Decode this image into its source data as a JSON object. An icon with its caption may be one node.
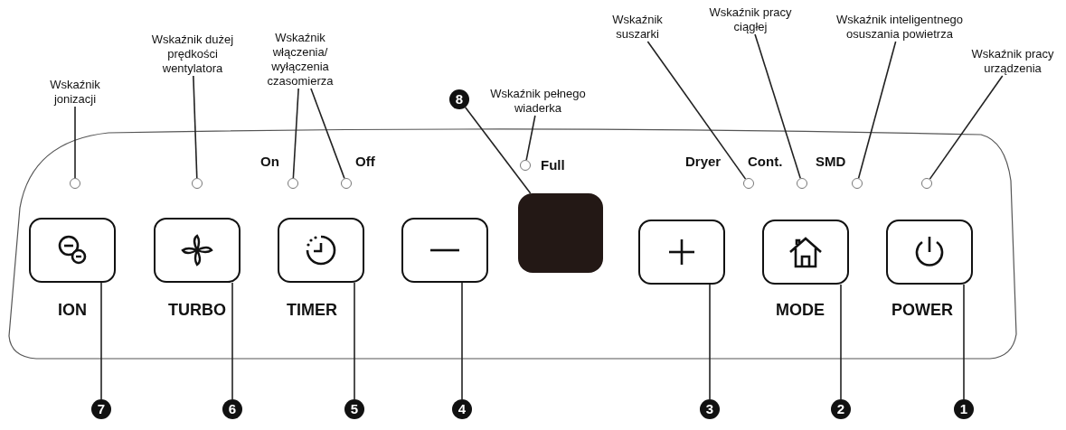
{
  "diagram": {
    "nodes": [
      {
        "text": [
          "Wskaźnik jonizacji"
        ]
      },
      {
        "text": [
          "Wskaźnik dużej prędkości wentylatora"
        ]
      },
      {
        "text": [
          "Wskaźnik włączenia/ wyłączenia czasomierza"
        ]
      },
      {
        "text": [
          "Wskaźnik pełnego wiaderka"
        ]
      },
      {
        "text": [
          "Wskaźnik suszarki"
        ]
      },
      {
        "text": [
          "Wskaźnik pracy ciągłej"
        ]
      },
      {
        "text": [
          "Wskaźnik inteligentnego osuszania powietrza"
        ]
      },
      {
        "text": [
          "Wskaźnik pracy urządzenia"
        ]
      },
      {
        "text": [
          "8"
        ]
      },
      {
        "text": [],
        "shape": "circle"
      },
      {
        "text": [],
        "shape": "circle"
      },
      {
        "text": [],
        "shape": "circle",
        "beside": [
          "On"
        ]
      },
      {
        "text": [],
        "shape": "circle",
        "beside": [
          "Off"
        ]
      },
      {
        "text": [],
        "shape": "circle",
        "beside": [
          "Full"
        ]
      },
      {
        "text": [],
        "shape": "circle",
        "beside": [
          "Dryer"
        ]
      },
      {
        "text": [],
        "shape": "circle",
        "beside": [
          "Cont."
        ]
      },
      {
        "text": [],
        "shape": "circle",
        "beside": [
          "SMD"
        ]
      },
      {
        "text": [],
        "shape": "circle"
      },
      {
        "text": [],
        "shape": "box",
        "beside": [
          "ION"
        ]
      },
      {
        "text": [],
        "shape": "box",
        "beside": [
          "TURBO"
        ]
      },
      {
        "text": [],
        "shape": "box",
        "beside": [
          "TIMER"
        ]
      },
      {
        "text": [],
        "shape": "box"
      },
      {
        "text": [],
        "shape": "box"
      },
      {
        "text": [],
        "shape": "box"
      },
      {
        "text": [],
        "shape": "box",
        "beside": [
          "MODE"
        ]
      },
      {
        "text": [],
        "shape": "box",
        "beside": [
          "POWER"
        ]
      },
      {
        "text": [
          "7"
        ]
      },
      {
        "text": [
          "6"
        ]
      },
      {
        "text": [
          "5"
        ]
      },
      {
        "text": [
          "4"
        ]
      },
      {
        "text": [
          "3"
        ]
      },
      {
        "text": [
          "2"
        ]
      },
      {
        "text": [
          "1"
        ]
      }
    ],
    "edges": [
      {
        "from": 0,
        "to": 9,
        "arrow": "none"
      },
      {
        "from": 1,
        "to": 10,
        "arrow": "none"
      },
      {
        "from": 2,
        "to": 11,
        "arrow": "none"
      },
      {
        "from": 2,
        "to": 12,
        "arrow": "none"
      },
      {
        "from": 3,
        "to": 13,
        "arrow": "none"
      },
      {
        "from": 4,
        "to": 14,
        "arrow": "none"
      },
      {
        "from": 5,
        "to": 15,
        "arrow": "none"
      },
      {
        "from": 6,
        "to": 16,
        "arrow": "none"
      },
      {
        "from": 7,
        "to": 17,
        "arrow": "none"
      },
      {
        "from": 8,
        "to": 22,
        "arrow": "none"
      },
      {
        "from": 26,
        "to": 18,
        "arrow": "none"
      },
      {
        "from": 27,
        "to": 19,
        "arrow": "none"
      },
      {
        "from": 28,
        "to": 20,
        "arrow": "none"
      },
      {
        "from": 29,
        "to": 21,
        "arrow": "none"
      },
      {
        "from": 30,
        "to": 23,
        "arrow": "none"
      },
      {
        "from": 31,
        "to": 24,
        "arrow": "none"
      },
      {
        "from": 32,
        "to": 25,
        "arrow": "none"
      }
    ]
  }
}
